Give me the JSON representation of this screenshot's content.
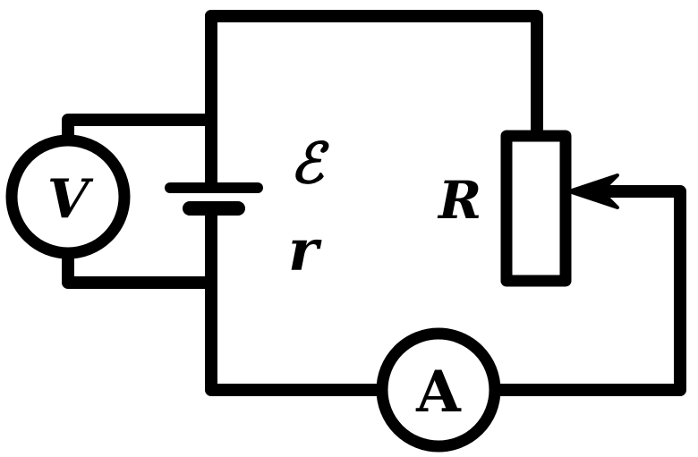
{
  "diagram": {
    "labels": {
      "emf": "ℰ",
      "internal_resistance": "r",
      "resistor": "R"
    },
    "voltmeter": {
      "symbol": "V"
    },
    "ammeter": {
      "symbol": "A"
    }
  }
}
